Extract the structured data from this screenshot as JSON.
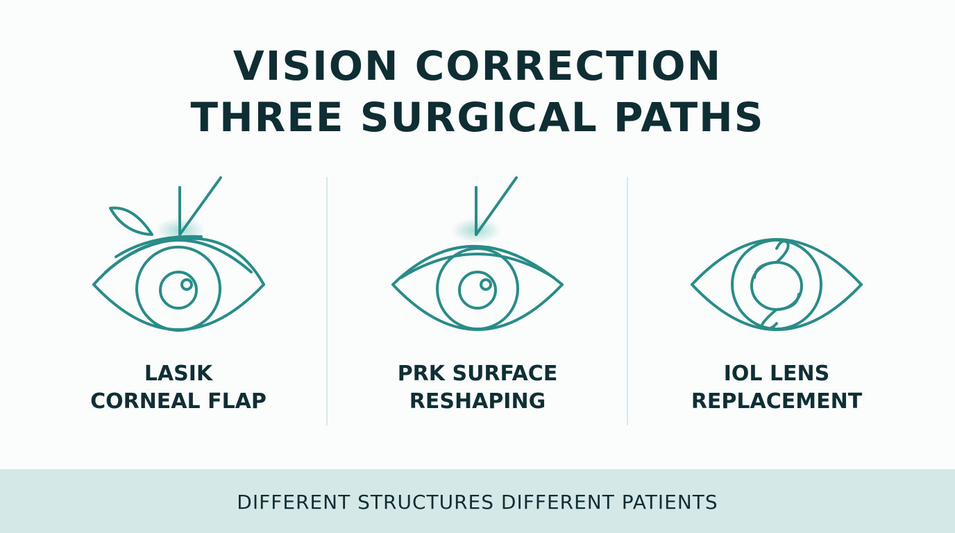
{
  "title": {
    "line1": "VISION CORRECTION",
    "line2": "THREE SURGICAL PATHS"
  },
  "procedures": [
    {
      "line1": "LASIK",
      "line2": "CORNEAL FLAP",
      "icon": "eye-with-flap-icon"
    },
    {
      "line1": "PRK SURFACE",
      "line2": "RESHAPING",
      "icon": "eye-with-surface-laser-icon"
    },
    {
      "line1": "IOL LENS",
      "line2": "REPLACEMENT",
      "icon": "eye-with-lens-implant-icon"
    }
  ],
  "footer": {
    "text": "DIFFERENT STRUCTURES DIFFERENT PATIENTS"
  },
  "colors": {
    "accent": "#2a8c88",
    "text": "#0e2e33",
    "footer_bg": "#d4e8e8",
    "background": "#fbfcfc"
  }
}
